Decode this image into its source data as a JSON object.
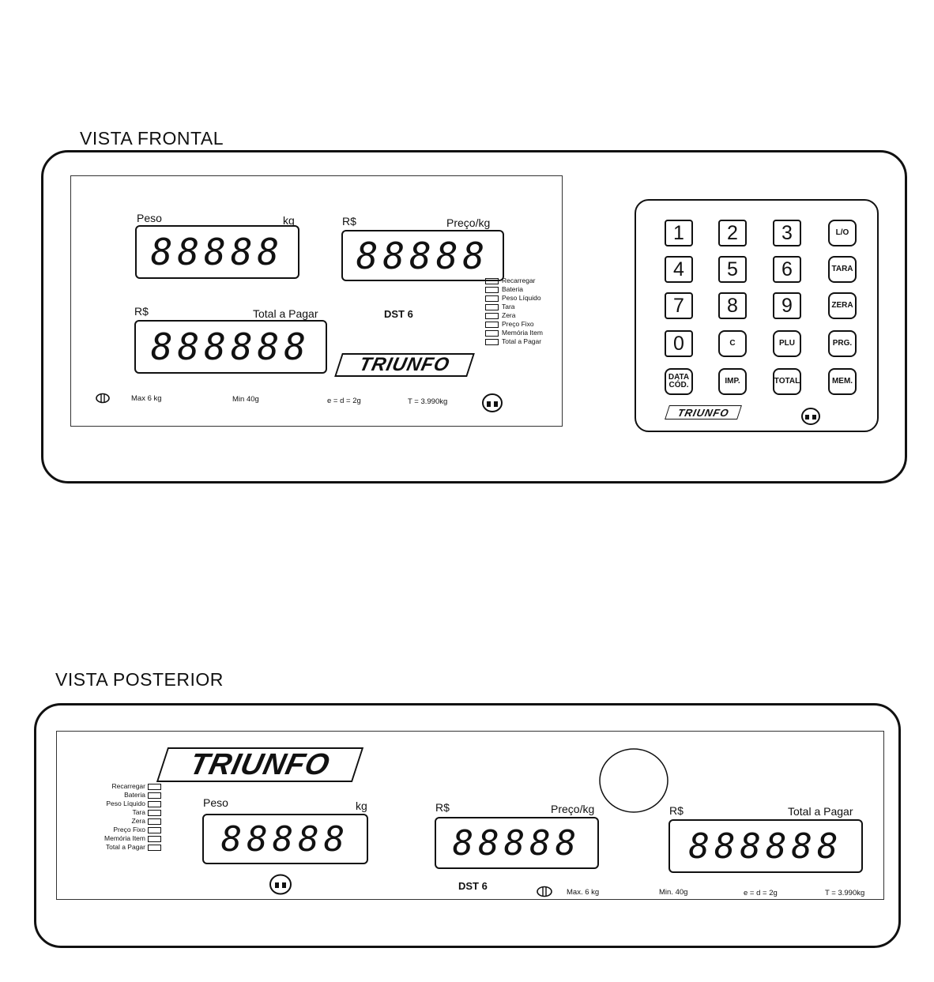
{
  "front": {
    "title": "VISTA FRONTAL",
    "weight": {
      "label": "Peso",
      "unit": "kg",
      "digits": "88888"
    },
    "price": {
      "currency": "R$",
      "label": "Preço/kg",
      "digits": "88888"
    },
    "total": {
      "currency": "R$",
      "label": "Total a Pagar",
      "digits": "888888"
    },
    "model": "DST 6",
    "brand": "TRIUNFO",
    "indicators": [
      "Recarregar",
      "Bateria",
      "Peso Líquido",
      "Tara",
      "Zera",
      "Preço Fixo",
      "Memória Item",
      "Total a Pagar"
    ],
    "specs": {
      "max": "Max 6 kg",
      "min": "Min 40g",
      "ed": "e = d = 2g",
      "tare": "T = 3.990kg"
    },
    "keypad": {
      "brand": "TRIUNFO",
      "keys": [
        [
          "1",
          "2",
          "3",
          "L/O"
        ],
        [
          "4",
          "5",
          "6",
          "TARA"
        ],
        [
          "7",
          "8",
          "9",
          "ZERA"
        ],
        [
          "0",
          "C",
          "PLU",
          "PRG."
        ],
        [
          "DATA\nCÓD.",
          "IMP.",
          "TOTAL",
          "MEM."
        ]
      ]
    }
  },
  "rear": {
    "title": "VISTA POSTERIOR",
    "brand": "TRIUNFO",
    "indicators": [
      "Recarregar",
      "Bateria",
      "Peso Líquido",
      "Tara",
      "Zera",
      "Preço Fixo",
      "Memória Item",
      "Total a Pagar"
    ],
    "weight": {
      "label": "Peso",
      "unit": "kg",
      "digits": "88888"
    },
    "price": {
      "currency": "R$",
      "label": "Preço/kg",
      "digits": "88888"
    },
    "total": {
      "currency": "R$",
      "label": "Total a Pagar",
      "digits": "888888"
    },
    "model": "DST 6",
    "specs": {
      "max": "Max. 6 kg",
      "min": "Min. 40g",
      "ed": "e = d = 2g",
      "tare": "T = 3.990kg"
    }
  }
}
